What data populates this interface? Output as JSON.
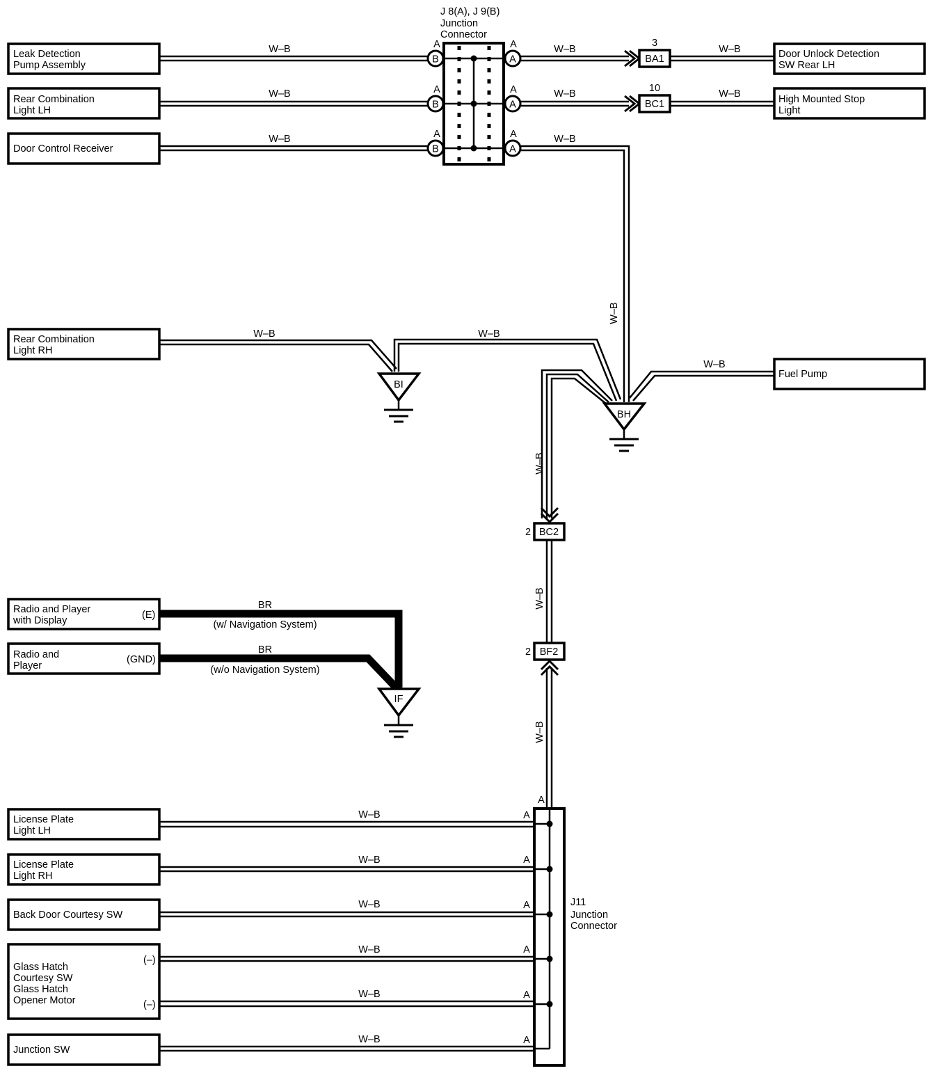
{
  "colors": {
    "ink": "#000000",
    "paper": "#ffffff"
  },
  "junction_j8_j9": {
    "title_1": "J 8(A), J 9(B)",
    "title_2": "Junction",
    "title_3": "Connector"
  },
  "junction_j11": {
    "title_1": "J11",
    "title_2": "Junction",
    "title_3": "Connector"
  },
  "components": {
    "leak_detection": [
      "Leak Detection",
      "Pump Assembly"
    ],
    "rear_comb_lh": [
      "Rear Combination",
      "Light LH"
    ],
    "door_control_receiver": [
      "Door Control Receiver"
    ],
    "door_unlock_detection": [
      "Door Unlock Detection",
      "SW Rear LH"
    ],
    "high_mounted_stop": [
      "High Mounted Stop",
      "Light"
    ],
    "rear_comb_rh": [
      "Rear Combination",
      "Light RH"
    ],
    "fuel_pump": [
      "Fuel Pump"
    ],
    "radio_display": [
      "Radio and Player",
      "with Display"
    ],
    "radio_player": [
      "Radio and",
      "Player"
    ],
    "license_lh": [
      "License Plate",
      "Light LH"
    ],
    "license_rh": [
      "License Plate",
      "Light RH"
    ],
    "back_door_sw": [
      "Back Door Courtesy SW"
    ],
    "glass_hatch": [
      "Glass Hatch",
      "Courtesy SW",
      "Glass Hatch",
      "Opener Motor"
    ],
    "junction_sw": [
      "Junction SW"
    ]
  },
  "pins": {
    "radio_display": "(E)",
    "radio_player": "(GND)",
    "glass_hatch_1": "(–)",
    "glass_hatch_2": "(–)"
  },
  "wire_colors": {
    "wb": "W–B",
    "br": "BR"
  },
  "wire_notes": {
    "w_nav": "(w/ Navigation System)",
    "wo_nav": "(w/o Navigation System)"
  },
  "connector_letters": {
    "a": "A",
    "b": "B"
  },
  "inline_connectors": {
    "ba1": {
      "name": "BA1",
      "pin": "3"
    },
    "bc1": {
      "name": "BC1",
      "pin": "10"
    },
    "bc2": {
      "name": "BC2",
      "pin": "2"
    },
    "bf2": {
      "name": "BF2",
      "pin": "2"
    }
  },
  "grounds": {
    "bi": "BI",
    "bh": "BH",
    "if": "IF"
  }
}
